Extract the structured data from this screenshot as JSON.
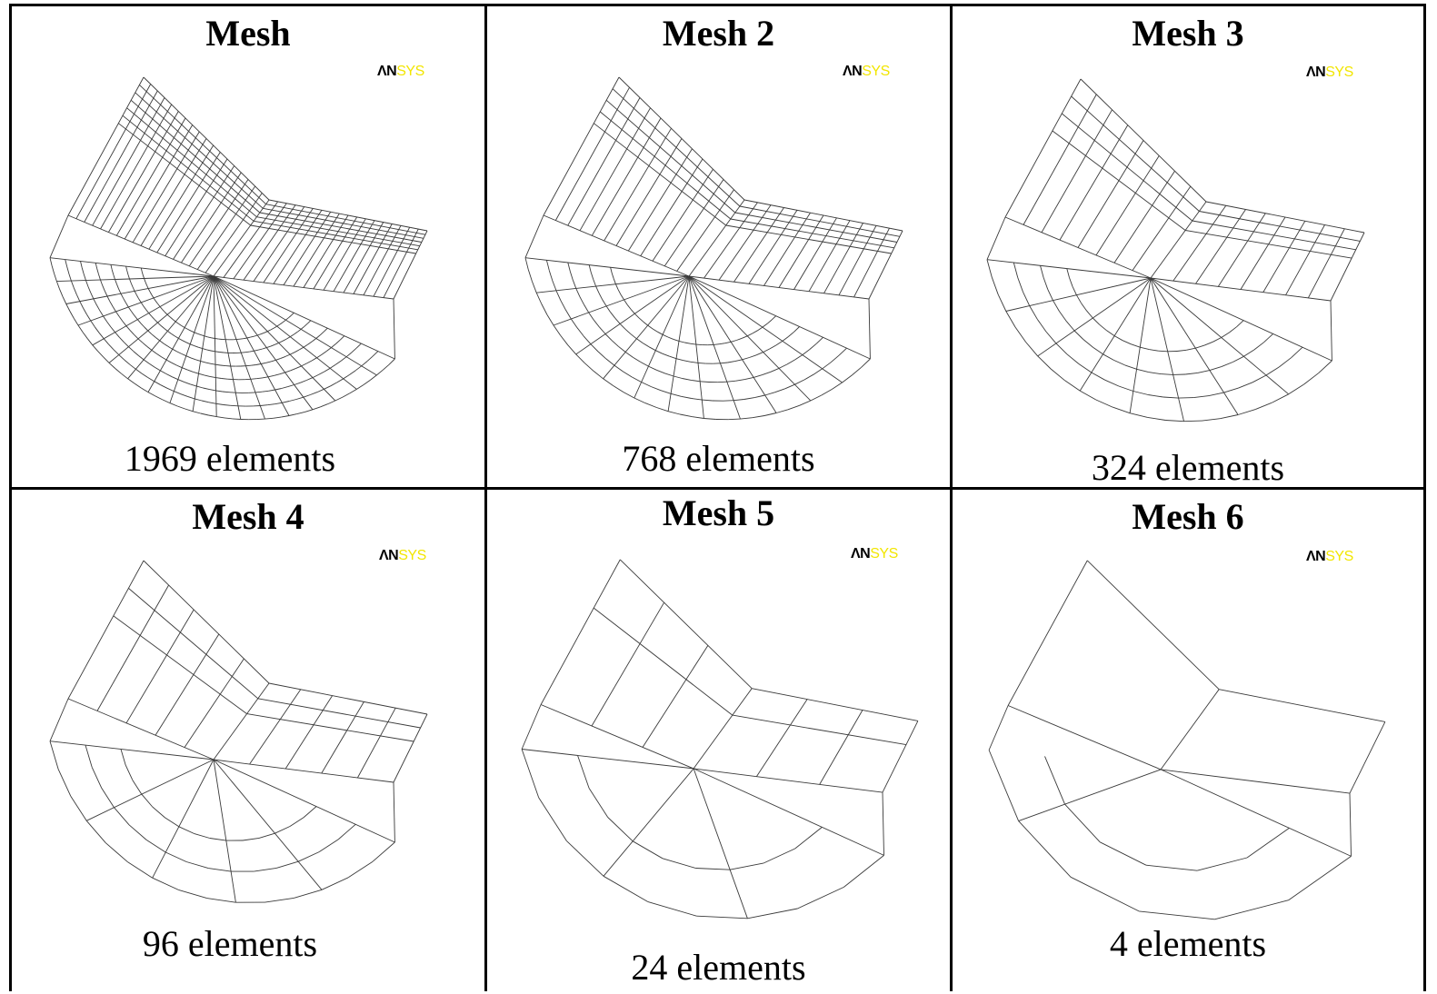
{
  "brand": {
    "logo_part1": "ΛN",
    "logo_part2": "SYS",
    "color_part1": "#000000",
    "color_part2": "#f2e600"
  },
  "panels": [
    {
      "title": "Mesh",
      "caption": "1969 elements"
    },
    {
      "title": "Mesh 2",
      "caption": "768 elements"
    },
    {
      "title": "Mesh 3",
      "caption": "324 elements"
    },
    {
      "title": "Mesh 4",
      "caption": "96 elements"
    },
    {
      "title": "Mesh 5",
      "caption": "24 elements"
    },
    {
      "title": "Mesh 6",
      "caption": "4 elements"
    }
  ]
}
